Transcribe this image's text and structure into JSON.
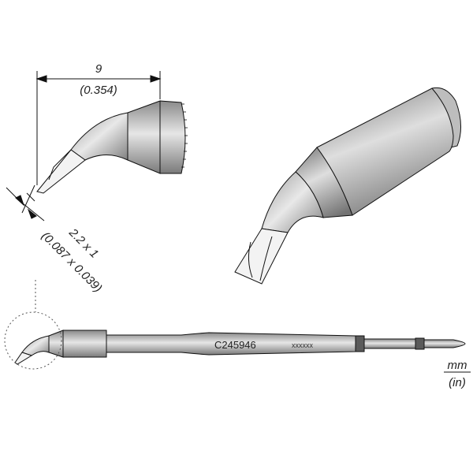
{
  "top_width": {
    "mm": "9",
    "in": "(0.354)"
  },
  "tip_size": {
    "mm": "2.2 x 1",
    "in": "(0.087 x 0.039)"
  },
  "part_number": "C245946",
  "marking": "xxxxxx",
  "units": {
    "metric": "mm",
    "imperial": "(in)"
  },
  "colors": {
    "metal_dark": "#7f7f7f",
    "metal_light": "#d9d9d9",
    "tip_face": "#f2f2f2",
    "outline": "#111111",
    "band": "#5a5a5a"
  }
}
